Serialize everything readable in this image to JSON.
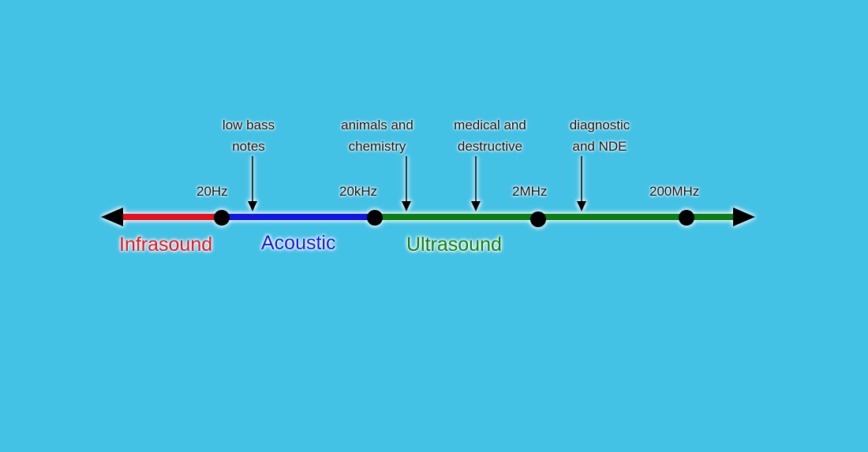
{
  "annotations": [
    {
      "line1": "low bass",
      "line2": "notes"
    },
    {
      "line1": "animals and",
      "line2": "chemistry"
    },
    {
      "line1": "medical and",
      "line2": "destructive"
    },
    {
      "line1": "diagnostic",
      "line2": "and NDE"
    }
  ],
  "ticks": [
    "20Hz",
    "20kHz",
    "2MHz",
    "200MHz"
  ],
  "bands": [
    {
      "label": "Infrasound",
      "color": "#e8101e"
    },
    {
      "label": "Acoustic",
      "color": "#1515e0"
    },
    {
      "label": "Ultrasound",
      "color": "#0f7d12"
    }
  ],
  "colors": {
    "background": "#44c2e5",
    "axis_dot": "#000000"
  }
}
